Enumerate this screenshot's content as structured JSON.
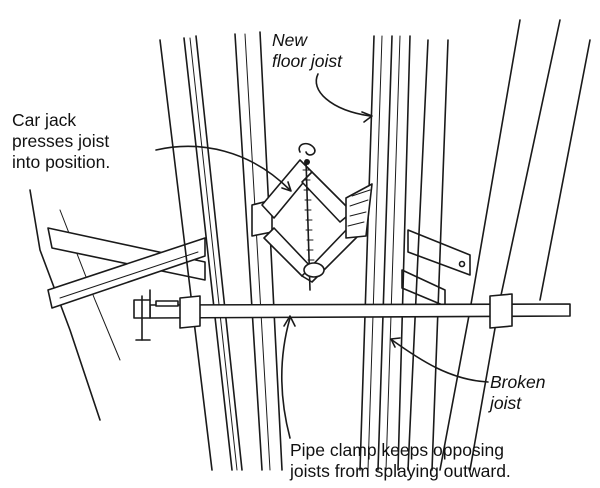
{
  "labels": {
    "new_joist": "New\nfloor joist",
    "car_jack": "Car jack\npresses joist\ninto position.",
    "broken_joist": "Broken\njoist",
    "pipe_clamp": "Pipe clamp keeps opposing\njoists from splaying outward."
  }
}
